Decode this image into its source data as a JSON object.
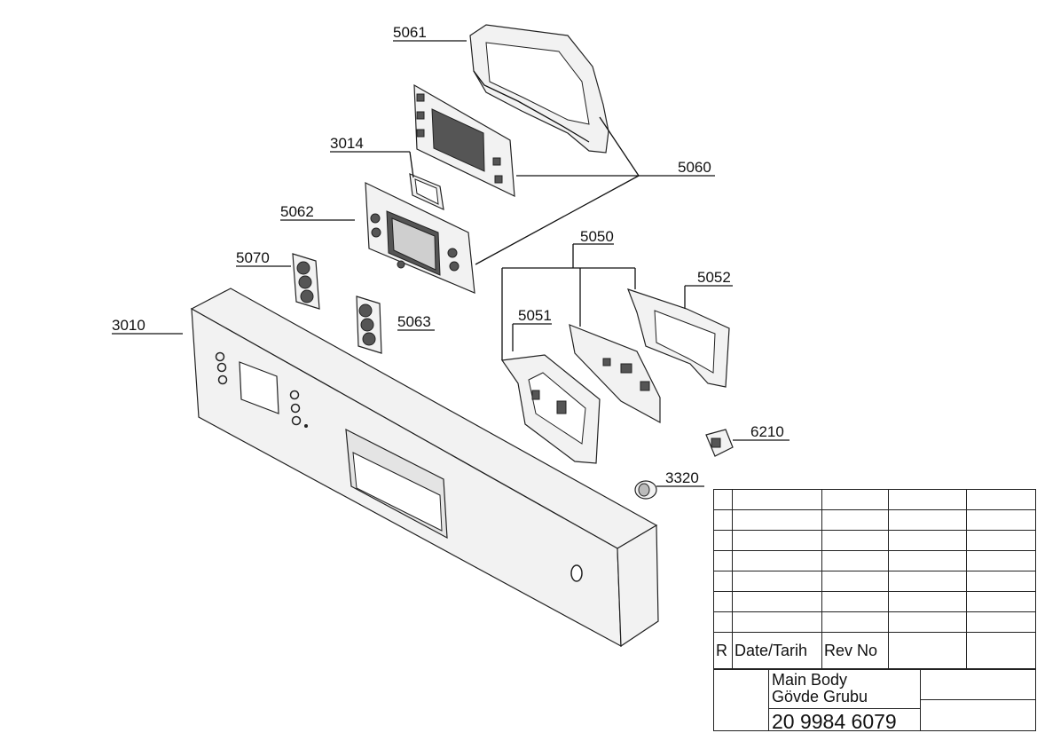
{
  "callouts": {
    "c5061": "5061",
    "c3014": "3014",
    "c5060": "5060",
    "c5062": "5062",
    "c5050": "5050",
    "c5070": "5070",
    "c5052": "5052",
    "c3010": "3010",
    "c5063": "5063",
    "c5051": "5051",
    "c6210": "6210",
    "c3320": "3320"
  },
  "title_block": {
    "r_label": "R",
    "date_label": "Date/Tarih",
    "rev_label": "Rev No",
    "title_en": "Main Body",
    "title_tr": "Gövde Grubu",
    "drawing_number": "20 9984 6079"
  }
}
